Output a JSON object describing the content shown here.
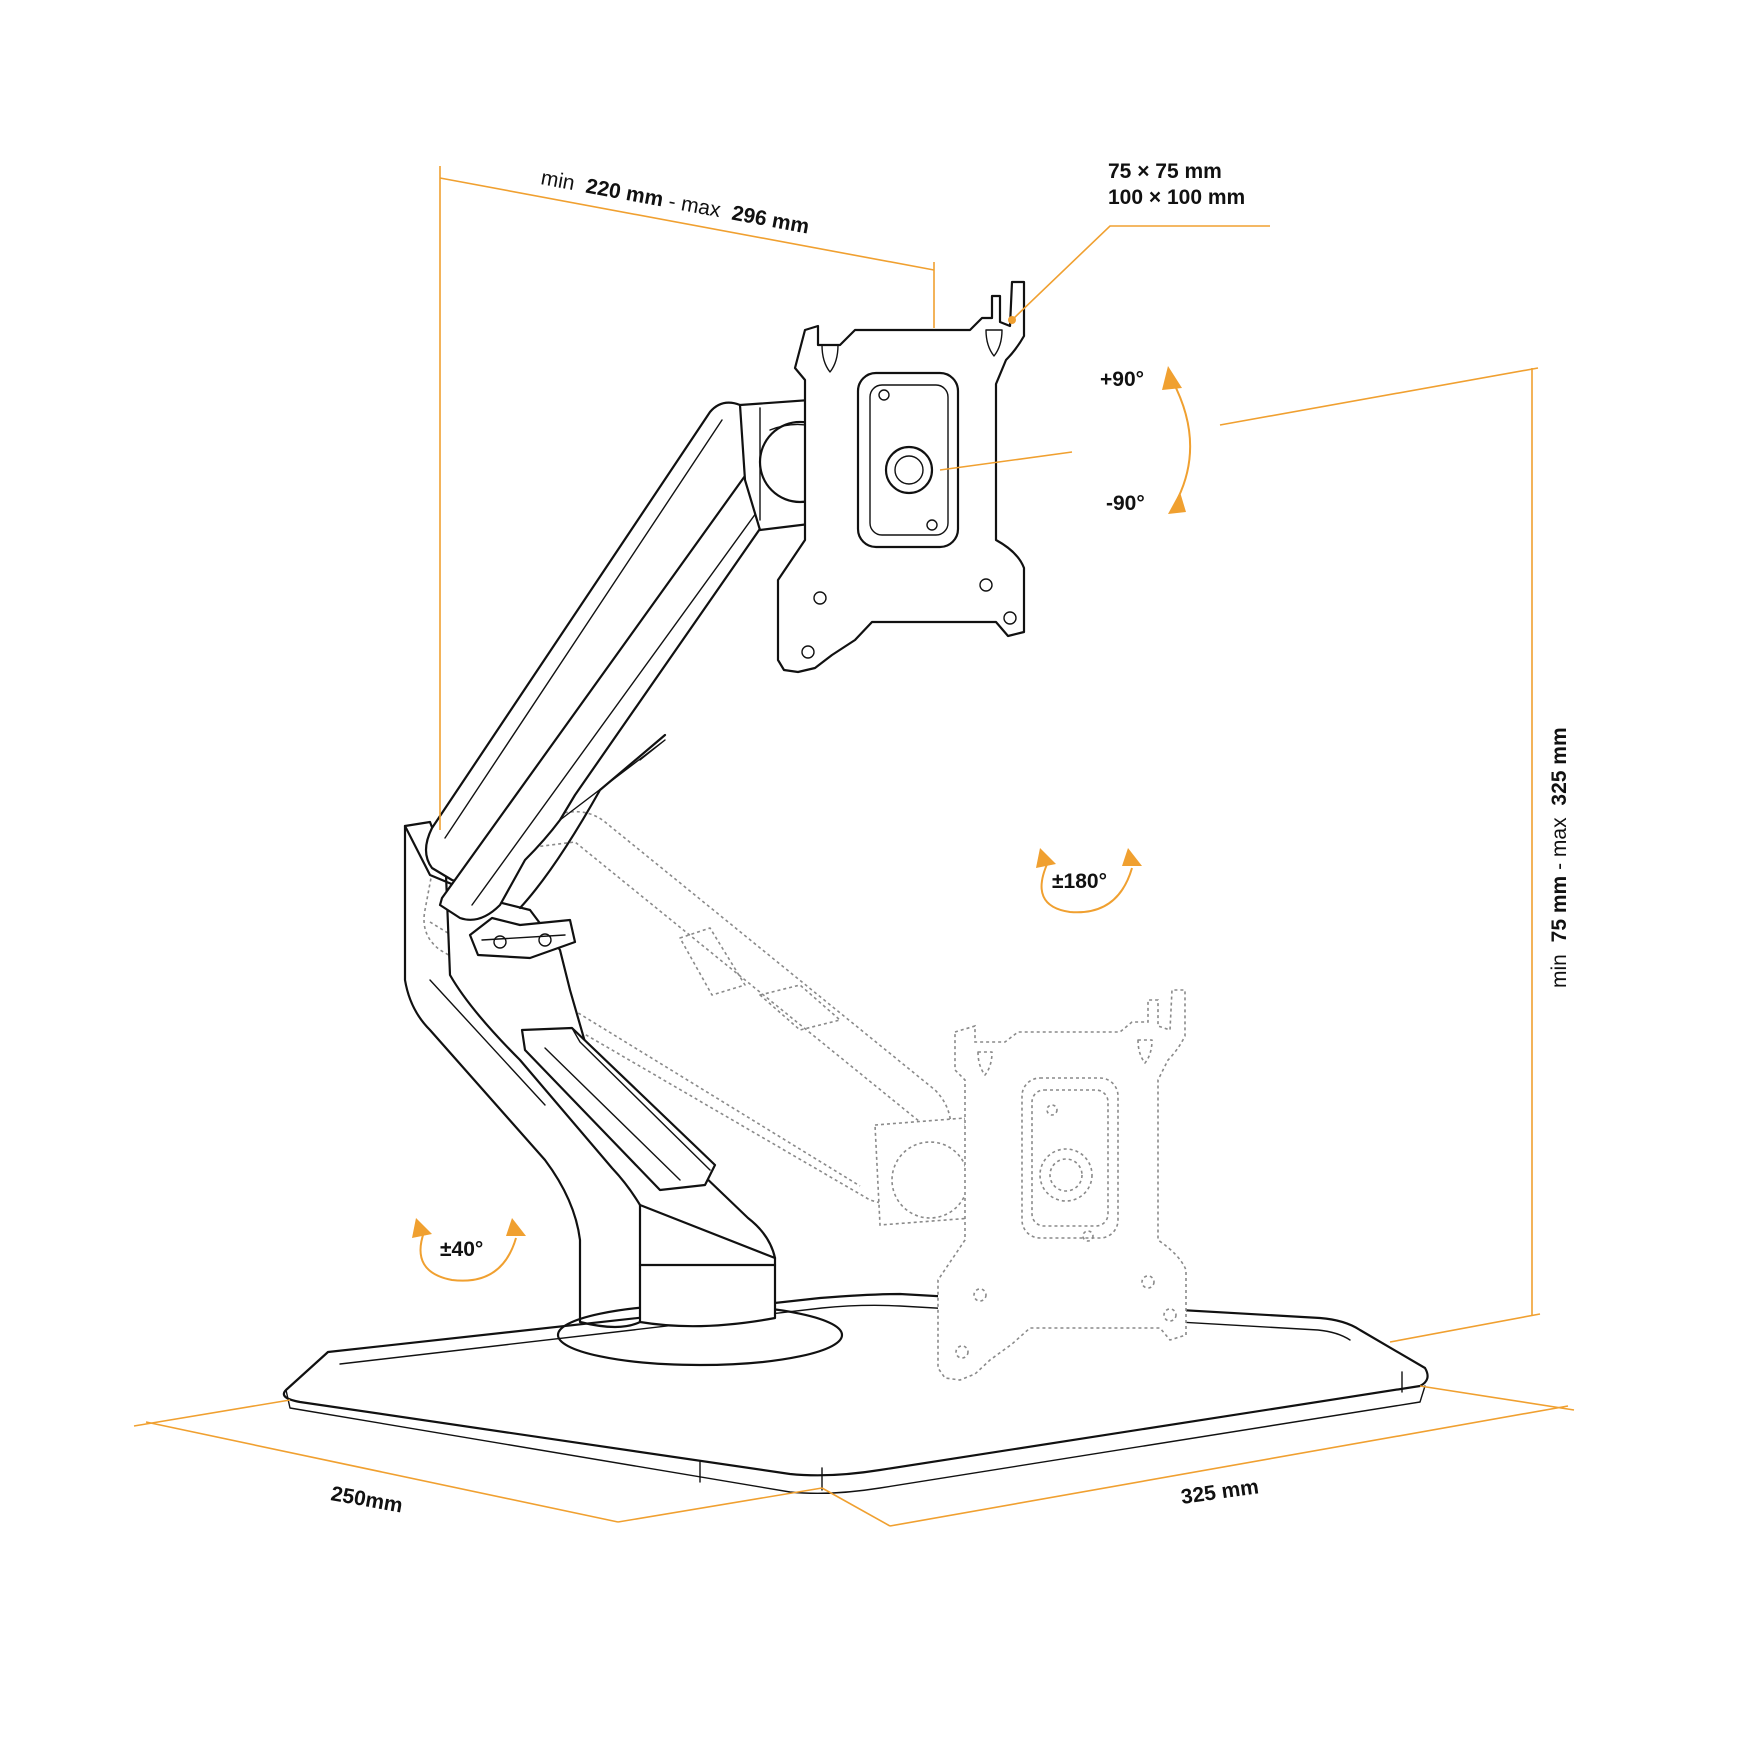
{
  "labels": {
    "arm_reach_min_prefix": "min",
    "arm_reach_min_value": "220 mm",
    "arm_reach_sep": " - ",
    "arm_reach_max_prefix": "max",
    "arm_reach_max_value": "296 mm",
    "vesa_line1": "75 × 75 mm",
    "vesa_line2": "100 × 100 mm",
    "rotate_up": "+90°",
    "rotate_down": "-90°",
    "swivel_arm": "±180°",
    "swivel_base": "±40°",
    "height_min_prefix": "min",
    "height_min_value": "75 mm",
    "height_sep": " - ",
    "height_max_prefix": "max",
    "height_max_value": "325 mm",
    "base_depth": "250mm",
    "base_width": "325 mm"
  },
  "colors": {
    "dimension": "#f0a030",
    "ink": "#111111",
    "ghost": "#8a8a8a",
    "background": "#ffffff"
  }
}
